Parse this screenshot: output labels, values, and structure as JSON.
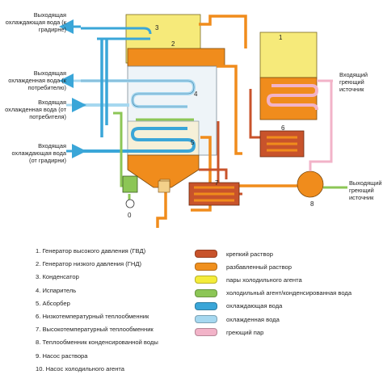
{
  "labels": {
    "out_cooling_top": "Выходящая охлаждающая вода (к градирне)",
    "out_chilled": "Выходящая охлажденная вода (к потребителю)",
    "in_chilled": "Входящая охлажденная вода (от потребителя)",
    "in_cooling": "Входящая охлаждающая вода (от градирни)",
    "in_heat": "Входящий греющий источник",
    "out_heat": "Выходящий греющий источник"
  },
  "component_numbers": [
    "1",
    "2",
    "3",
    "4",
    "5",
    "6",
    "7",
    "8",
    "0"
  ],
  "legend_components": [
    "1. Генератор высокого давления (ГВД)",
    "2. Генератор низкого давления (ГНД)",
    "3. Конденсатор",
    "4. Испаритель",
    "5. Абсорбер",
    "6. Низкотемпературный теплообменник",
    "7. Высокотемпературный теплообменник",
    "8. Теплообменник конденсированной воды",
    "9. Насос раствора",
    "10. Насос холодильного агента"
  ],
  "legend_media": [
    {
      "label": "крепкий раствор",
      "color": "#c8532b"
    },
    {
      "label": "разбавленный раствор",
      "color": "#f0901e"
    },
    {
      "label": "пары холодильного агента",
      "color": "#f4ec3a"
    },
    {
      "label": "холодильный агент/конденсированная вода",
      "color": "#8cc656"
    },
    {
      "label": "охлаждающая вода",
      "color": "#3aa6d8"
    },
    {
      "label": "охлажденная вода",
      "color": "#a6d8f0"
    },
    {
      "label": "греющий пар",
      "color": "#f2b3c8"
    }
  ]
}
